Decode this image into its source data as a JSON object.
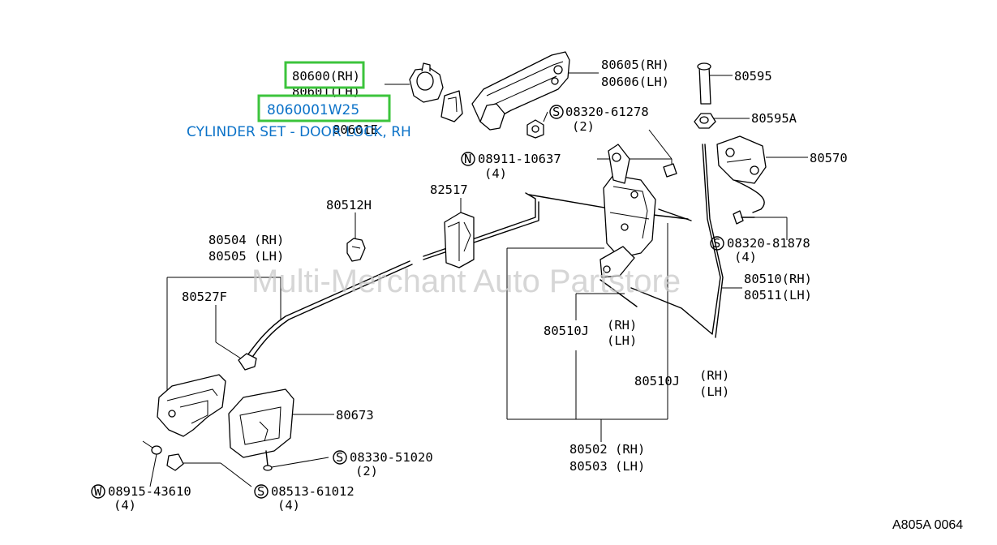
{
  "highlight": {
    "selected_part": "80600",
    "selected_variant": "(RH)",
    "part_number": "8060001W25",
    "description": "CYLINDER SET - DOOR LOCK, RH",
    "color": "#3cc43c",
    "link_color": "#0b72c8"
  },
  "watermark": "Multi-Merchant Auto Partstore",
  "catalog_id": "A805A 0064",
  "labels": {
    "p80601": "80601(LH)",
    "p80601e": "80601E",
    "p80605": "80605(RH)",
    "p80606": "80606(LH)",
    "p80595": "80595",
    "s08320_61278": "08320-61278",
    "q2a": "(2)",
    "p80595a": "80595A",
    "n08911": "08911-10637",
    "q4a": "(4)",
    "p80570": "80570",
    "p82517": "82517",
    "p80512h": "80512H",
    "s08320_81878": "08320-81878",
    "q4b": "(4)",
    "p80504": "80504 (RH)",
    "p80505": "80505 (LH)",
    "p80510a": "80510(RH)",
    "p80511": "80511(LH)",
    "p80527f": "80527F",
    "p80510j_a": "80510J",
    "rh_a": "(RH)",
    "lh_a": "(LH)",
    "p80510j_b": "80510J",
    "rh_b": "(RH)",
    "lh_b": "(LH)",
    "p80673": "80673",
    "s08330": "08330-51020",
    "q2b": "(2)",
    "p80502": "80502 (RH)",
    "p80503": "80503 (LH)",
    "w08915": "08915-43610",
    "q4c": "(4)",
    "s08513": "08513-61012",
    "q4d": "(4)",
    "sym_s": "S",
    "sym_n": "N",
    "sym_w": "W"
  }
}
